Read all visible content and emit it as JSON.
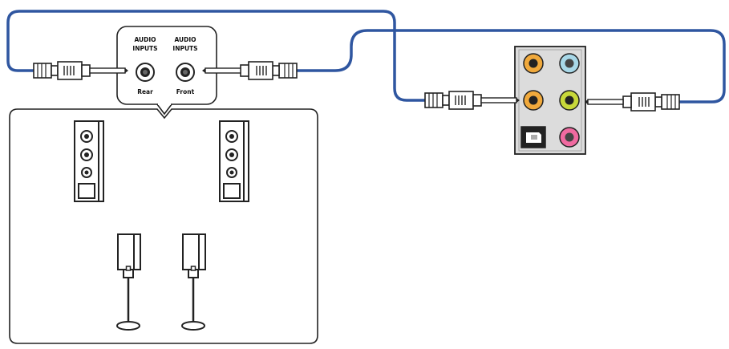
{
  "audio_inputs": {
    "rear": {
      "heading_line1": "AUDIO",
      "heading_line2": "INPUTS",
      "label": "Rear"
    },
    "front": {
      "heading_line1": "AUDIO",
      "heading_line2": "INPUTS",
      "label": "Front"
    }
  },
  "colors": {
    "cable": "#2f56a0",
    "outline": "#222222",
    "jack_orange": "#f0a93c",
    "jack_light_blue": "#a8d8e8",
    "jack_lime": "#c8d83a",
    "jack_pink": "#f06aa0",
    "io_panel_bg": "#dcdcdc"
  },
  "icons": [
    "speaker-tower-icon",
    "speaker-satellite-icon",
    "rca-plug-icon",
    "audio-jack-icon",
    "optical-spdif-icon"
  ]
}
